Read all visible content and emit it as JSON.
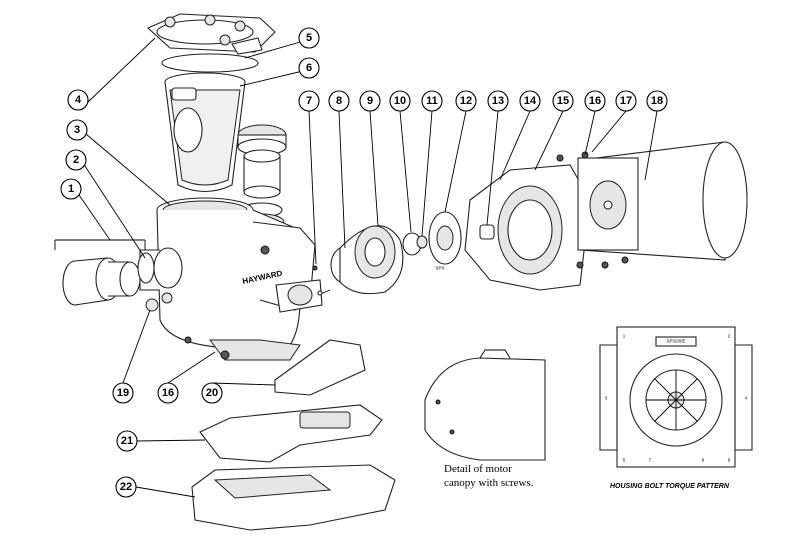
{
  "diagram": {
    "brand_text": "HAYWARD",
    "impeller_label": "SPX",
    "caption_lines": [
      "Detail of motor",
      "canopy with screws."
    ],
    "pattern_title": "HOUSING BOLT TORQUE PATTERN",
    "pattern_label": "SP3200E",
    "pattern_numbers": [
      "1",
      "2",
      "3",
      "4",
      "5",
      "6",
      "7",
      "8"
    ],
    "callouts": [
      "1",
      "2",
      "3",
      "4",
      "5",
      "6",
      "7",
      "8",
      "9",
      "10",
      "11",
      "12",
      "13",
      "14",
      "15",
      "16",
      "17",
      "18",
      "19",
      "16",
      "20",
      "21",
      "22"
    ]
  }
}
